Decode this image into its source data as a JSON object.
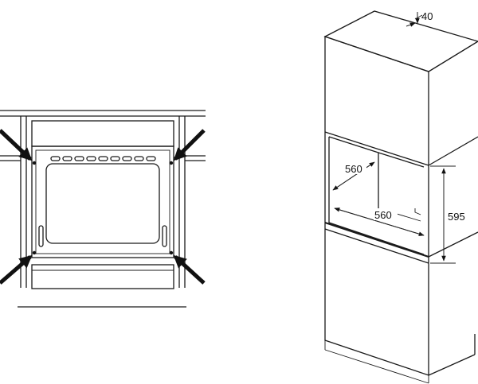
{
  "diagram": {
    "dimensions": {
      "top_clearance": "40",
      "niche_depth": "560",
      "niche_width": "560",
      "niche_height": "595"
    }
  }
}
